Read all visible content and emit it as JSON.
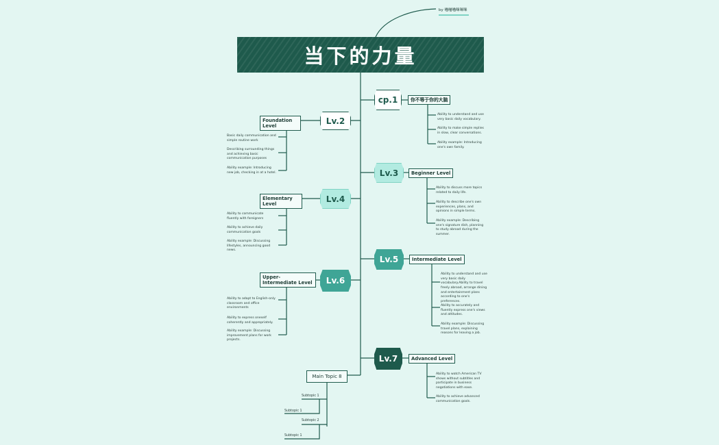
{
  "credit": "by 喵喵喵咪咪咪",
  "title": "当下的力量",
  "colors": {
    "background": "#e3f6f2",
    "dark": "#1e5a4c",
    "teal": "#3fa596",
    "mint": "#b2ebe1",
    "line": "#1e5a4c"
  },
  "nodes": {
    "cp1": {
      "badge": "cp.1",
      "label": "你不等于你的大脑",
      "items": [
        "Ability to understand and use very basic daily vocabulary.",
        "Ability to make simple replies in slow, clear conversations.",
        "Ability example: Introducing one's own family."
      ]
    },
    "lv2": {
      "badge": "Lv.2",
      "label": "Foundation Level",
      "items": [
        "Basic daily communication and simple routine work",
        "Describing surrounding things and achieving basic communication purposes",
        "Ability example: Introducing new job, checking in at a hotel."
      ]
    },
    "lv3": {
      "badge": "Lv.3",
      "label": "Beginner Level",
      "items": [
        "Ability to discuss more topics related to daily life.",
        "Ability to describe one's own experiences, plans, and opinions in simple terms.",
        "Ability example: Describing one's signature dish, planning to study abroad during the summer."
      ]
    },
    "lv4": {
      "badge": "Lv.4",
      "label": "Elementary Level",
      "items": [
        "Ability to communicate fluently with foreigners",
        "Ability to achieve daily communication goals",
        "Ability example: Discussing lifestyles, announcing good news."
      ]
    },
    "lv5": {
      "badge": "Lv.5",
      "label": "Intermediate Level",
      "items": [
        "Ability to understand and use very basic daily vocabulary.Ability to travel freely abroad, arrange dining and entertainment plans according to one's preferences.",
        "Ability to accurately and fluently express one's views and attitudes.",
        "Ability example: Discussing travel plans, explaining reasons for leaving a job."
      ]
    },
    "lv6": {
      "badge": "Lv.6",
      "label": "Upper-Intermediate Level",
      "items": [
        "Ability to adapt to English-only classroom and office environments",
        "Ability to express oneself coherently and appropriately.",
        "Ability example: Discussing improvement plans for work projects."
      ]
    },
    "lv7": {
      "badge": "Lv.7",
      "label": "Advanced Level",
      "items": [
        "Ability to watch American TV shows without subtitles and participate in business negotiations with ease.",
        "Ability to achieve advanced communication goals."
      ]
    },
    "main8": {
      "label": "Main Topic 8",
      "subtopics": [
        "Subtopic 1",
        "Subtopic 1",
        "Subtopic 2",
        "Subtopic 1"
      ]
    }
  }
}
